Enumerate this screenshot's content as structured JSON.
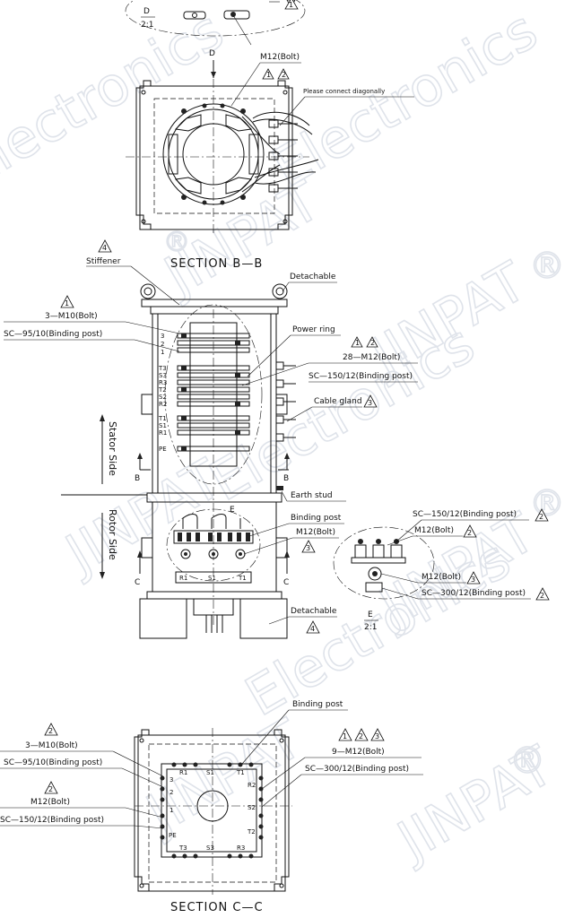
{
  "watermark": {
    "brand": "JINPAT",
    "sub": "Electronics",
    "registered": "®"
  },
  "detail_d": {
    "label_top": "D",
    "label_scale": "2:1",
    "rev": "1"
  },
  "section_bb": {
    "title": "SECTION  B—B",
    "view_marker": "D",
    "bolt_label": "M12(Bolt)",
    "bolt_revs": [
      "1",
      "2"
    ],
    "note": "Please connect diagonally"
  },
  "side_elevation": {
    "stiffener": "Stiffener",
    "stiffener_rev": "4",
    "detachable_top": "Detachable",
    "bolt_top_rev": "1",
    "bolt_top": "3—M10(Bolt)",
    "post_top": "SC—95/10(Binding post)",
    "power_ring": "Power ring",
    "bolt_right_revs": [
      "1",
      "2"
    ],
    "bolt_right": "28—M12(Bolt)",
    "post_right": "SC—150/12(Binding post)",
    "cable_gland": "Cable gland",
    "cable_gland_rev": "3",
    "earth_stud": "Earth stud",
    "stator_side": "Stator Side",
    "rotor_side": "Rotor Side",
    "section_mark_b": "B",
    "section_mark_c": "C",
    "detachable_bottom": "Detachable",
    "detachable_bottom_rev": "4",
    "binding_post": "Binding post",
    "bolt_lower": "M12(Bolt)",
    "bolt_lower_rev": "3",
    "marker_e": "E",
    "ring_labels_upper": [
      "3",
      "2",
      "1"
    ],
    "ring_labels_mid": [
      "T3",
      "S3",
      "R3",
      "T2",
      "S2",
      "R2"
    ],
    "ring_labels_low": [
      "T1",
      "S1",
      "R1",
      "PE"
    ],
    "terminal_labels": [
      "R1",
      "S1",
      "T1"
    ]
  },
  "detail_e": {
    "post_top": "SC—150/12(Binding post)",
    "post_top_rev": "2",
    "bolt_top": "M12(Bolt)",
    "bolt_top_rev": "2",
    "bolt_bottom": "M12(Bolt)",
    "bolt_bottom_rev": "3",
    "post_bottom": "SC—300/12(Binding post)",
    "post_bottom_rev": "2",
    "label_top": "E",
    "label_scale": "2:1"
  },
  "section_cc": {
    "title": "SECTION  C—C",
    "binding_post": "Binding post",
    "left_rev_1": "2",
    "left_bolt_1": "3—M10(Bolt)",
    "left_post_1": "SC—95/10(Binding post)",
    "left_rev_2": "2",
    "left_bolt_2": "M12(Bolt)",
    "left_post_2": "SC—150/12(Binding post)",
    "right_revs": [
      "1",
      "2",
      "3"
    ],
    "right_bolt": "9—M12(Bolt)",
    "right_post": "SC—300/12(Binding post)",
    "terminal_labels": [
      "R1",
      "S1",
      "T1",
      "R2",
      "S2",
      "T2",
      "R3",
      "S3",
      "T3",
      "1",
      "2",
      "3",
      "PE"
    ]
  }
}
